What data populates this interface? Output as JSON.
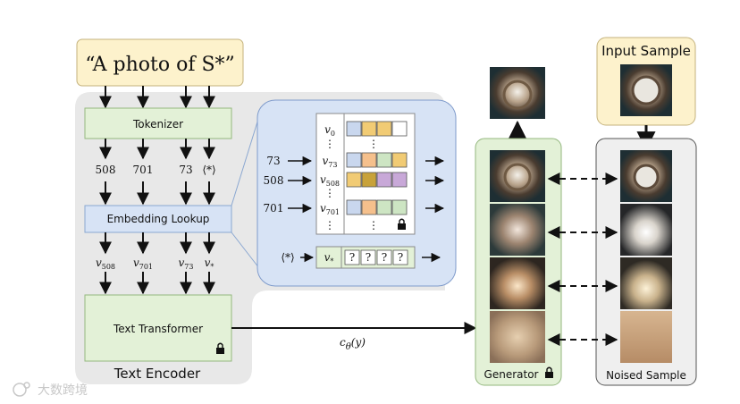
{
  "prompt": {
    "text": "“A photo of S*”"
  },
  "encoder": {
    "label": "Text Encoder",
    "tokenizer_label": "Tokenizer",
    "embedding_label": "Embedding Lookup",
    "transformer_label": "Text Transformer",
    "tokens": [
      "508",
      "701",
      "73",
      "⟨*⟩"
    ],
    "embeddings": [
      "v508",
      "v701",
      "v73",
      "v*"
    ]
  },
  "lookup": {
    "rows": [
      "v0",
      "v73",
      "v508",
      "v701"
    ],
    "inputs": [
      "73",
      "508",
      "701"
    ],
    "special_input": "⟨*⟩",
    "special_row": "v*",
    "unknown_cells": [
      "?",
      "?",
      "?",
      "?"
    ],
    "colors": {
      "v0": [
        "#c9d7ee",
        "#f1cb74",
        "#f1cb74",
        "#ffffff"
      ],
      "v73": [
        "#c9d7ee",
        "#f5c08c",
        "#cde5c3",
        "#f1cb74"
      ],
      "v508": [
        "#f1cb74",
        "#c8a23a",
        "#c8a8d8",
        "#c8a8d8"
      ],
      "v701": [
        "#c9d7ee",
        "#f5c08c",
        "#cde5c3",
        "#cde5c3"
      ]
    }
  },
  "conditioning": {
    "label": "cθ(y)"
  },
  "generator": {
    "label": "Generator"
  },
  "input_sample": {
    "label": "Input Sample"
  },
  "noised_sample": {
    "label": "Noised Sample"
  },
  "watermark": {
    "text": "大数跨境"
  }
}
